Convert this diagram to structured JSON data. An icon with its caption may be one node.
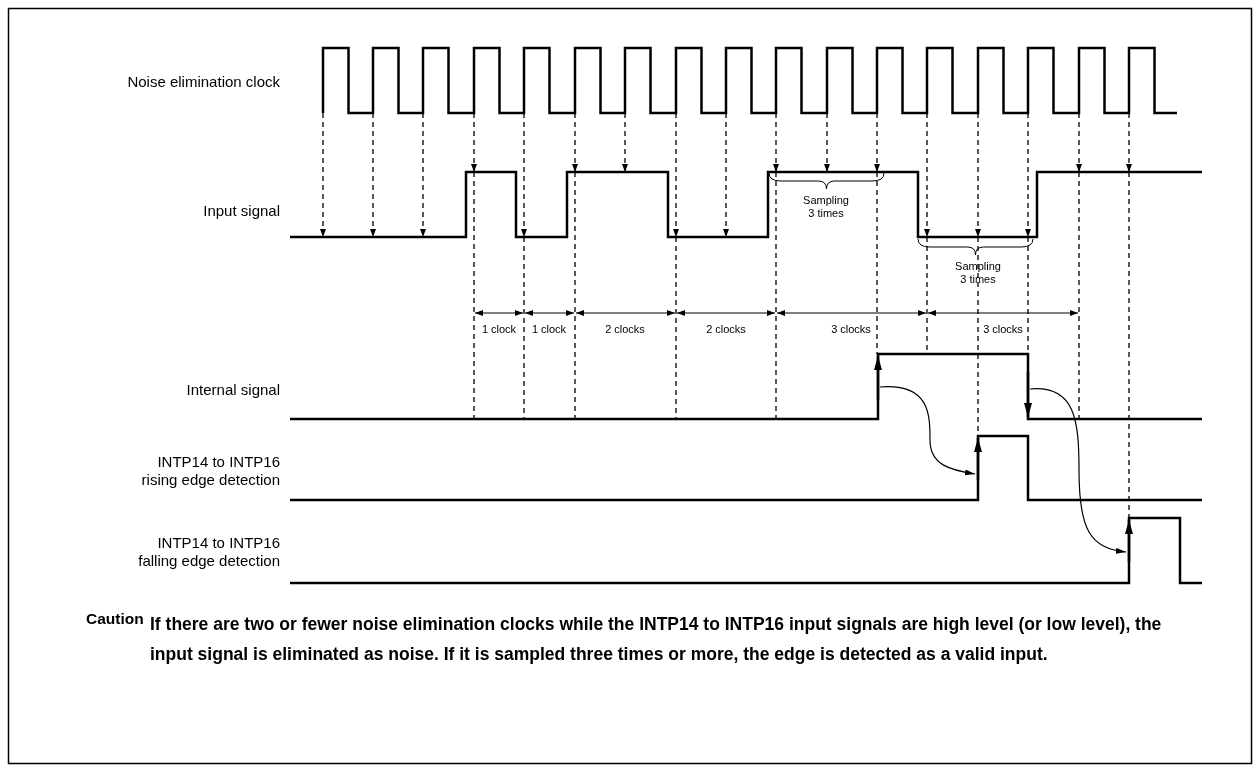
{
  "diagram": {
    "labels": [
      "Noise elimination clock",
      "Input signal",
      "Sampling 3 times",
      "Sampling 3 times",
      "1 clock",
      "1 clock",
      "2 clocks",
      "2 clocks",
      "3 clocks",
      "3 clocks",
      "Internal signal",
      "INTP14 to INTP16 rising edge detection",
      "INTP14 to INTP16 falling edge detection",
      "Caution",
      "If there are two or fewer noise elimination clocks while the INTP14 to INTP16 input signals are high level (or low level), the input signal is eliminated as noise.  If it is sampled three times or more, the edge is detected as a valid input."
    ]
  }
}
